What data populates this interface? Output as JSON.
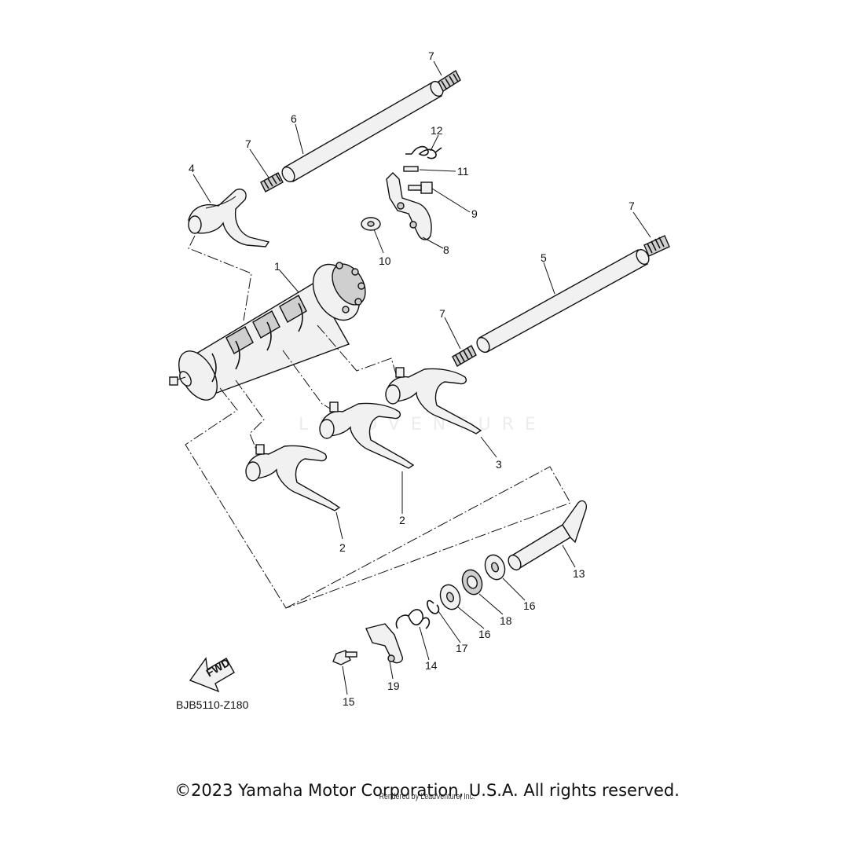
{
  "diagram_code": "BJB5110-Z180",
  "fwd_label": "FWD",
  "copyright": "©2023 Yamaha Motor Corporation, U.S.A. All rights reserved.",
  "rendered_by": "Rendered by LeadVenture, Inc.",
  "watermark": "LEADVENTURE",
  "callouts": [
    {
      "id": "c1",
      "label": "1"
    },
    {
      "id": "c2a",
      "label": "2"
    },
    {
      "id": "c2b",
      "label": "2"
    },
    {
      "id": "c3",
      "label": "3"
    },
    {
      "id": "c4",
      "label": "4"
    },
    {
      "id": "c5",
      "label": "5"
    },
    {
      "id": "c6",
      "label": "6"
    },
    {
      "id": "c7a",
      "label": "7"
    },
    {
      "id": "c7b",
      "label": "7"
    },
    {
      "id": "c7c",
      "label": "7"
    },
    {
      "id": "c7d",
      "label": "7"
    },
    {
      "id": "c8",
      "label": "8"
    },
    {
      "id": "c9",
      "label": "9"
    },
    {
      "id": "c10",
      "label": "10"
    },
    {
      "id": "c11",
      "label": "11"
    },
    {
      "id": "c12",
      "label": "12"
    },
    {
      "id": "c13",
      "label": "13"
    },
    {
      "id": "c14",
      "label": "14"
    },
    {
      "id": "c15",
      "label": "15"
    },
    {
      "id": "c16a",
      "label": "16"
    },
    {
      "id": "c16b",
      "label": "16"
    },
    {
      "id": "c17",
      "label": "17"
    },
    {
      "id": "c18",
      "label": "18"
    },
    {
      "id": "c19",
      "label": "19"
    }
  ]
}
